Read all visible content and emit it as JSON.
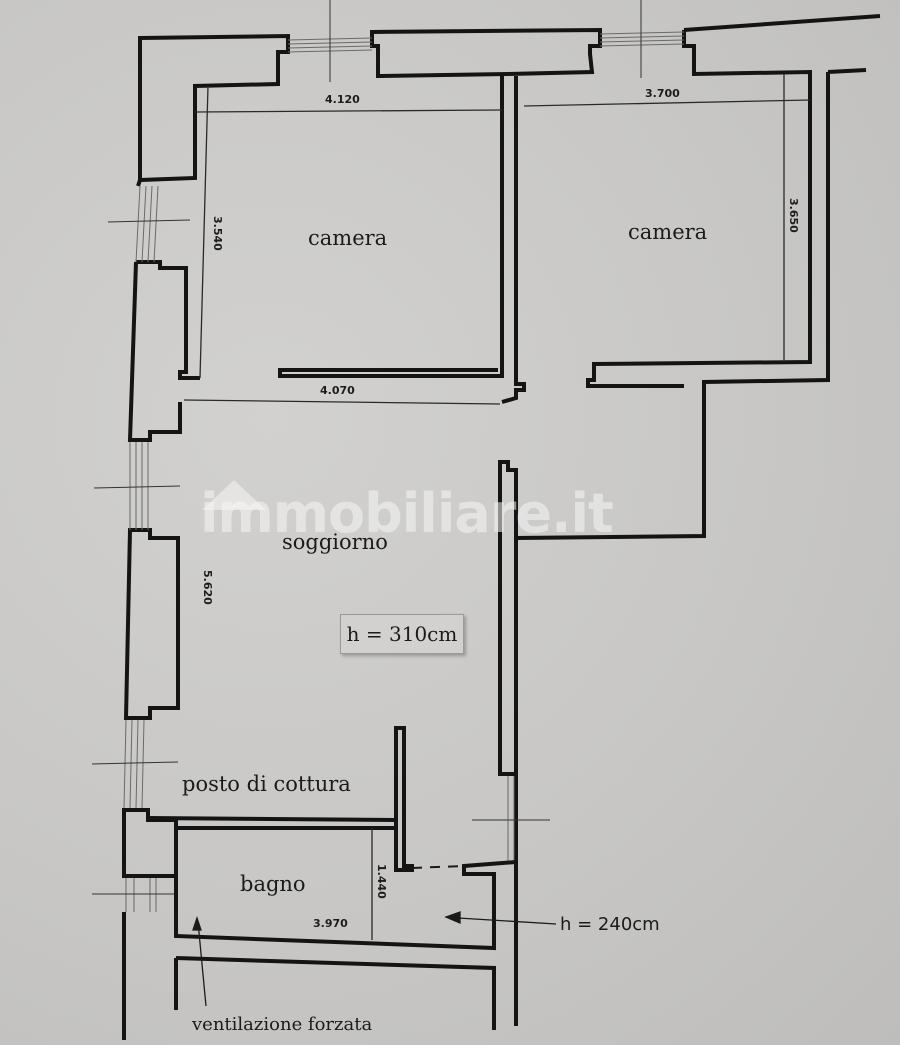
{
  "plan": {
    "rooms": [
      {
        "id": "camera-1",
        "label": "camera"
      },
      {
        "id": "camera-2",
        "label": "camera"
      },
      {
        "id": "soggiorno",
        "label": "soggiorno"
      },
      {
        "id": "posto-cottura",
        "label": "posto di cottura"
      },
      {
        "id": "bagno",
        "label": "bagno"
      }
    ],
    "dimensions": {
      "camera1_width": "4.120",
      "camera1_depth": "3.540",
      "camera2_width": "3.700",
      "camera2_depth": "3.650",
      "soggiorno_width": "4.070",
      "soggiorno_depth": "5.620",
      "bagno_width": "3.970",
      "bagno_depth": "1.440"
    },
    "heights": {
      "main": "h = 310cm",
      "service": "h = 240cm"
    },
    "notes": {
      "ventilation": "ventilazione forzata"
    },
    "watermark": "immobiliare.it"
  }
}
